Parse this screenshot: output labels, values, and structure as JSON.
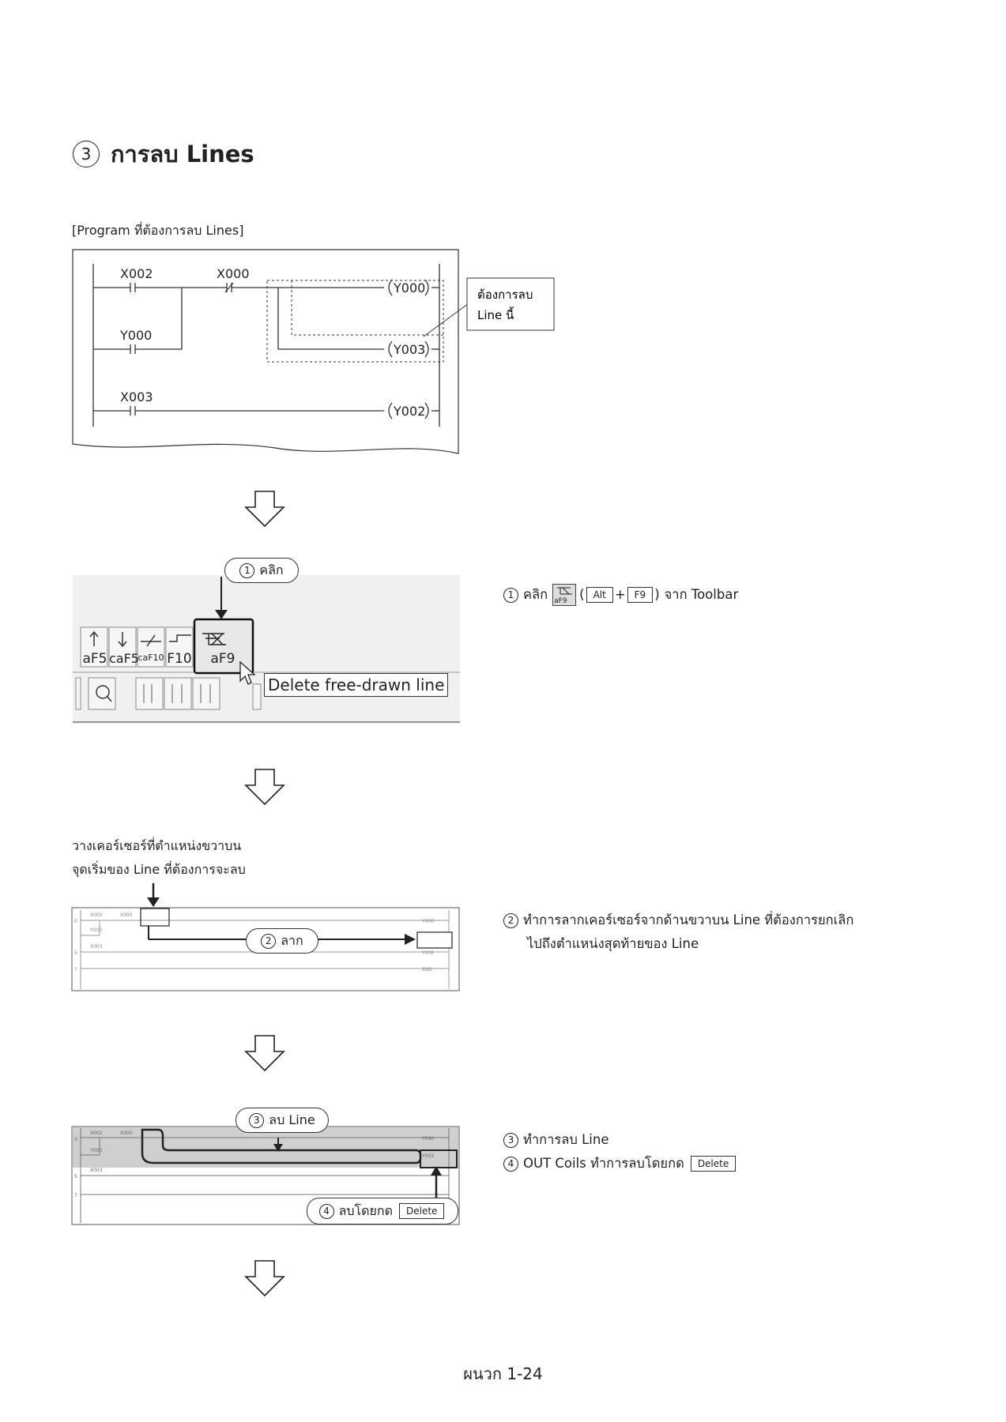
{
  "section": {
    "number": "3",
    "title": "การลบ Lines"
  },
  "program_caption": "[Program ที่ต้องการลบ Lines]",
  "ladder": {
    "contacts": [
      "X002",
      "X000",
      "Y000",
      "X003"
    ],
    "coils": [
      "Y000",
      "Y003",
      "Y002"
    ],
    "callout_line1": "ต้องการลบ",
    "callout_line2": "Line นี้"
  },
  "step1": {
    "pill_number": "1",
    "pill_label": "คลิก",
    "toolbar_buttons": [
      "aF5",
      "caF5",
      "caF10",
      "F10",
      "aF9"
    ],
    "tooltip": "Delete free-drawn line",
    "desc_number": "1",
    "desc_prefix": "คลิก",
    "icon_label": "aF9",
    "key1": "Alt",
    "plus": "+",
    "key2": "F9",
    "desc_suffix": "จาก Toolbar"
  },
  "step2": {
    "instruction_line1": "วางเคอร์เซอร์ที่ตำแหน่งขวาบน",
    "instruction_line2": "จุดเริ่มของ Line ที่ต้องการจะลบ",
    "pill_number": "2",
    "pill_label": "ลาก",
    "desc_number": "2",
    "desc_line1": "ทำการลากเคอร์เซอร์จากด้านขวาบน Line ที่ต้องการยกเลิก",
    "desc_line2": "ไปถึงตำแหน่งสุดท้ายของ Line",
    "mini_labels": [
      "X002",
      "X000",
      "Y000",
      "X003",
      "Y000",
      "Y003",
      "Y002",
      "END"
    ],
    "row_numbers": [
      "0",
      "5",
      "7"
    ]
  },
  "step3": {
    "pill3_number": "3",
    "pill3_label": "ลบ Line",
    "pill4_number": "4",
    "pill4_label": "ลบโดยกด",
    "pill4_key": "Delete",
    "desc3_number": "3",
    "desc3_text": "ทำการลบ Line",
    "desc4_number": "4",
    "desc4_text": "OUT Coils ทำการลบโดยกด",
    "desc4_key": "Delete"
  },
  "page_number": "ผนวก 1-24"
}
